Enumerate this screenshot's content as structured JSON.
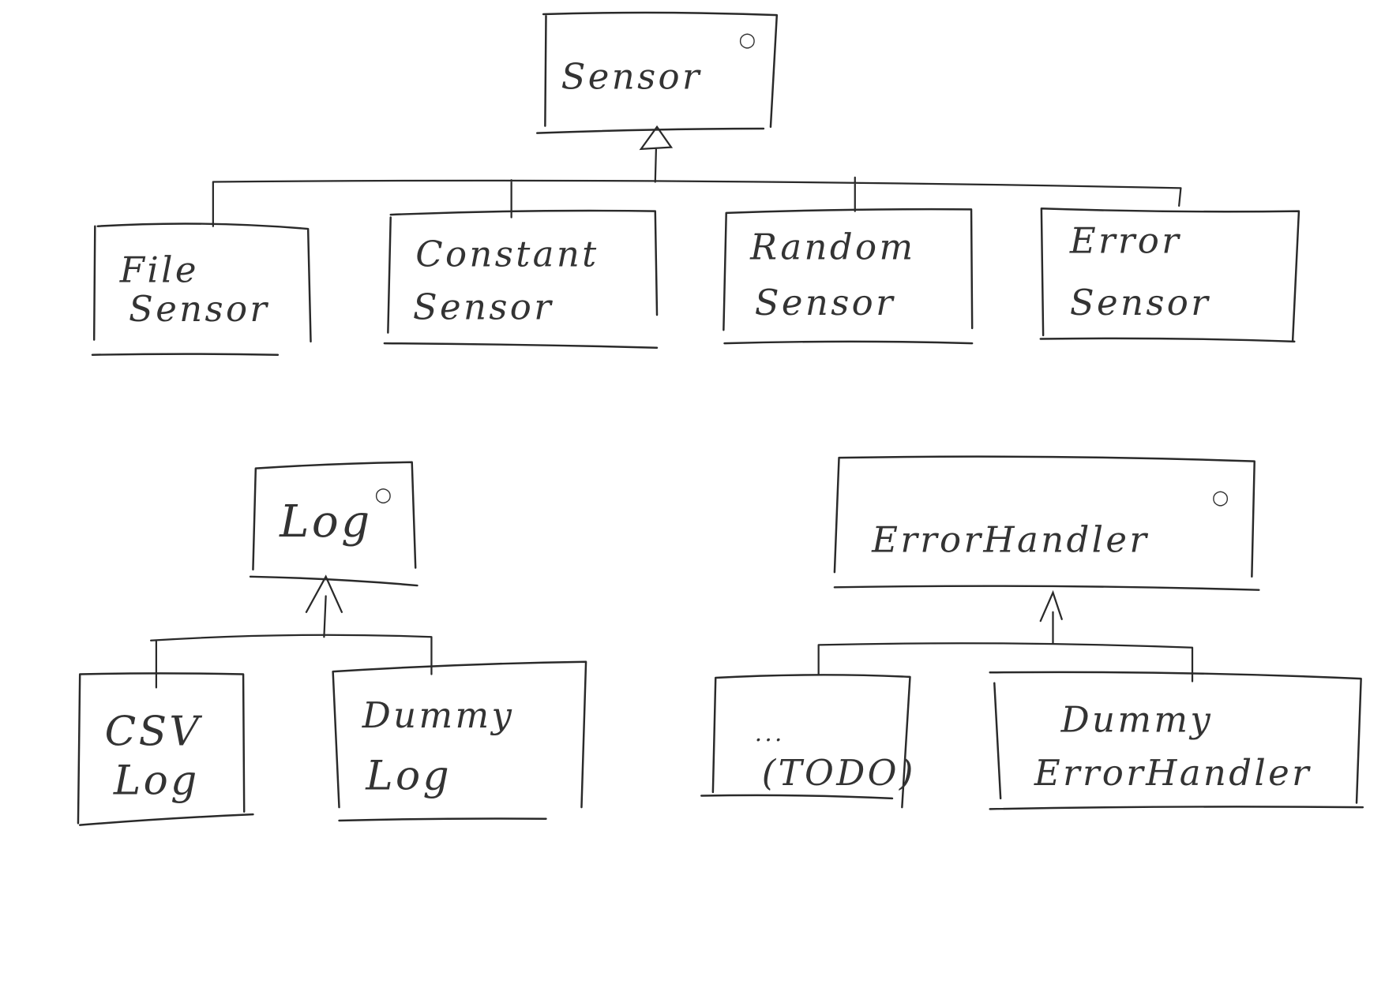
{
  "diagram": {
    "sensor": {
      "title": "Sensor",
      "stereotype": "○"
    },
    "sensor_children": [
      {
        "line1": "File",
        "line2": "Sensor"
      },
      {
        "line1": "Constant",
        "line2": "Sensor"
      },
      {
        "line1": "Random",
        "line2": "Sensor"
      },
      {
        "line1": "Error",
        "line2": "Sensor"
      }
    ],
    "log": {
      "title": "Log",
      "stereotype": "○"
    },
    "log_children": [
      {
        "line1": "CSV",
        "line2": "Log"
      },
      {
        "line1": "Dummy",
        "line2": "Log"
      }
    ],
    "error_handler": {
      "title": "ErrorHandler",
      "stereotype": "○"
    },
    "error_handler_children": [
      {
        "line1": "...",
        "line2": "(TODO)"
      },
      {
        "line1": "Dummy",
        "line2": "ErrorHandler"
      }
    ],
    "ink_color": "#2a2a2a"
  }
}
